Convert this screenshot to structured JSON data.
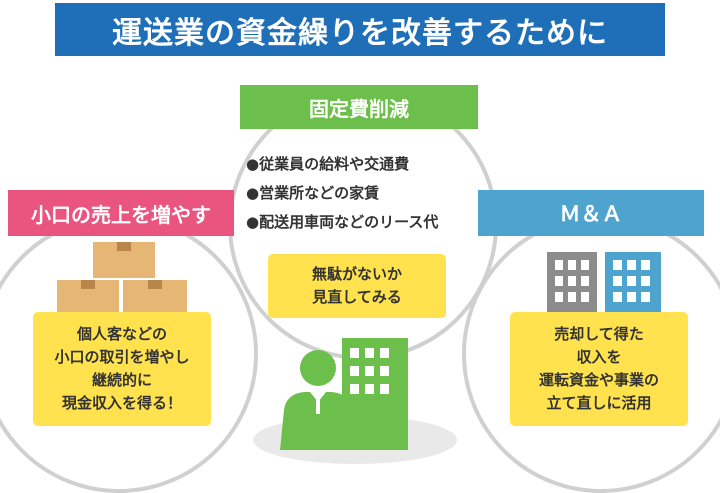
{
  "title": "運送業の資金繰りを改善するために",
  "sections": {
    "top": {
      "label": "固定費削減",
      "bullets": [
        "●従業員の給料や交通費",
        "●営業所などの家賃",
        "●配送用車両などのリース代"
      ],
      "note_lines": [
        "無駄がないか",
        "見直してみる"
      ]
    },
    "left": {
      "label": "小口の売上を増やす",
      "note_lines": [
        "個人客などの",
        "小口の取引を増やし",
        "継続的に",
        "現金収入を得る！"
      ]
    },
    "right": {
      "label": "Ｍ＆Ａ",
      "note_lines": [
        "売却して得た",
        "収入を",
        "運転資金や事業の",
        "立て直しに活用"
      ]
    }
  },
  "colors": {
    "title_bg": "#1f6fb8",
    "top_label": "#6cbf4b",
    "left_label": "#e9557f",
    "right_label": "#4ea3cf",
    "note_bg": "#ffe24d",
    "circle_border": "#d0d0d0"
  },
  "icons": {
    "left": "cardboard-boxes-icon",
    "top": "businessperson-with-building-icon",
    "right": "office-buildings-icon"
  }
}
